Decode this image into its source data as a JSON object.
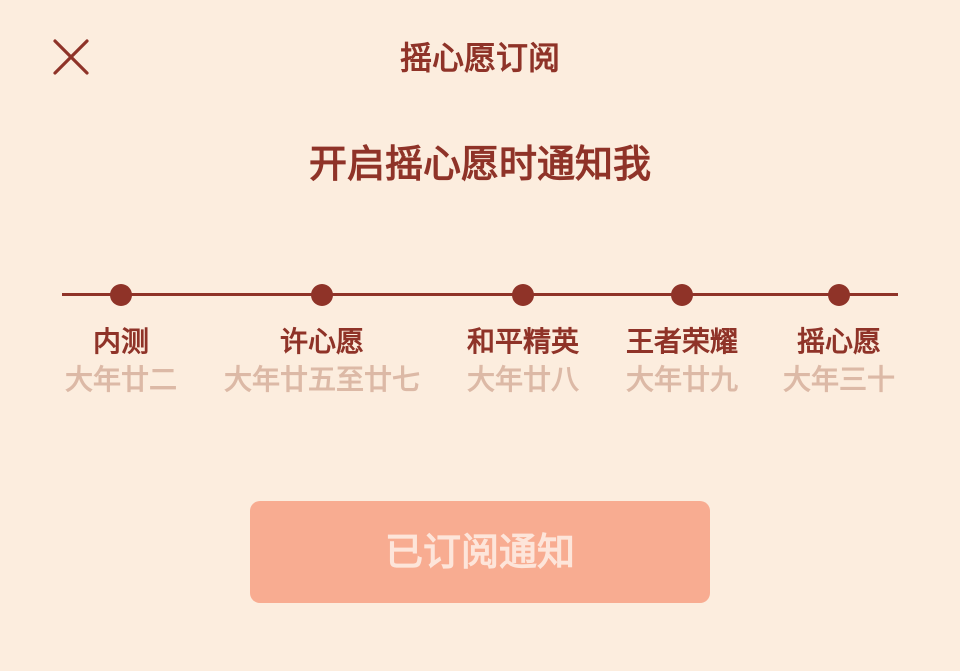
{
  "header": {
    "title": "摇心愿订阅",
    "close_icon": "close-icon"
  },
  "headline": "开启摇心愿时通知我",
  "timeline": {
    "line_color": "#8f3328",
    "stops": [
      {
        "label": "内测",
        "date": "大年廿二"
      },
      {
        "label": "许心愿",
        "date": "大年廿五至廿七"
      },
      {
        "label": "和平精英",
        "date": "大年廿八"
      },
      {
        "label": "王者荣耀",
        "date": "大年廿九"
      },
      {
        "label": "摇心愿",
        "date": "大年三十"
      }
    ]
  },
  "subscribe_button": {
    "label": "已订阅通知",
    "state": "disabled"
  },
  "colors": {
    "background": "#fcedde",
    "primary": "#8f3328",
    "muted_text": "#dcb9a6",
    "button_bg": "#f8ac91",
    "button_text": "#fde5da"
  }
}
